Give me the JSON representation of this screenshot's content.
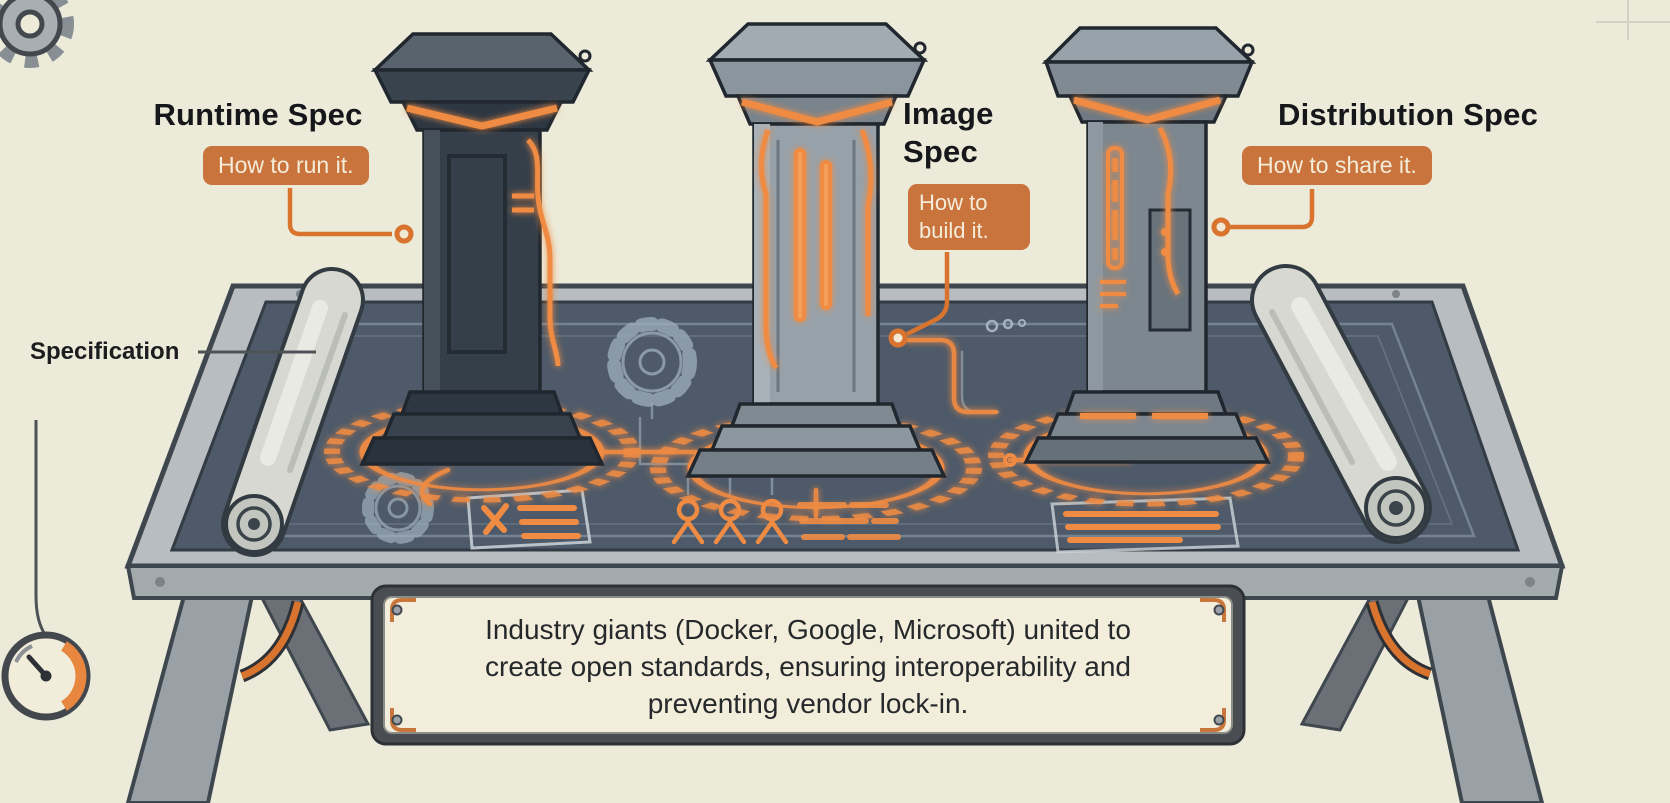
{
  "colors": {
    "background": "#ecead9",
    "accent": "#c9743c",
    "accent-bright": "#ef8b43",
    "badge-text": "#f5ecd9",
    "table-surface": "#4e5a69",
    "table-rim": "#b7bdc0",
    "ink": "#15171a"
  },
  "labels": {
    "runtime": {
      "title": "Runtime Spec",
      "badge": "How to run it."
    },
    "image": {
      "title": "Image Spec",
      "badge": "How to build it."
    },
    "distribution": {
      "title": "Distribution Spec",
      "badge": "How to share it."
    },
    "specification": "Specification"
  },
  "caption": {
    "lines": [
      "Industry giants (Docker, Google, Microsoft) united to",
      "create open standards, ensuring interoperability and",
      "preventing vendor lock-in."
    ]
  },
  "icons": {
    "top_left": "gear-icon",
    "bottom_left": "gauge-icon",
    "table_left": "scroll-icon",
    "table_right": "scroll-icon"
  }
}
